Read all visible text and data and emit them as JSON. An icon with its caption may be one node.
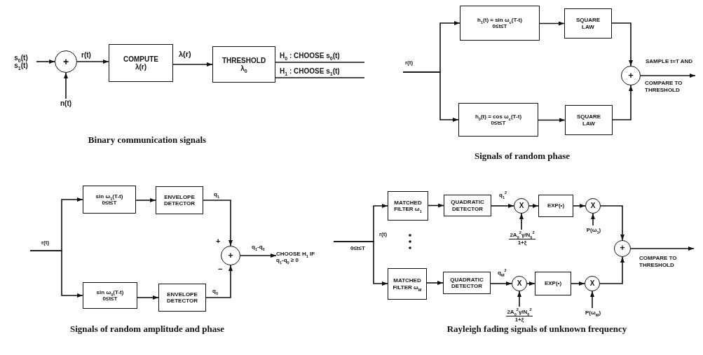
{
  "diagram": {
    "nodes": [
      {
        "text": [
          "s$_{0}$(t)",
          "s$_{1}$(t)"
        ]
      },
      {
        "text": [
          "+"
        ]
      },
      {
        "text": [
          "n(t)"
        ]
      },
      {
        "text": [
          "COMPUTE λ(r)"
        ]
      },
      {
        "text": [
          "THRESHOLD λ$_{0}$"
        ]
      },
      {
        "text": [
          "h$_{1}$(t) = sin ω$_{c}$(T-t) 0≤t≤T"
        ]
      },
      {
        "text": [
          "SQUARE LAW"
        ]
      },
      {
        "text": [
          "h$_{0}$(t) = cos ω$_{c}$(T-t) 0≤t≤T"
        ]
      },
      {
        "text": [
          "SQUARE LAW"
        ]
      },
      {
        "text": [
          "+"
        ]
      },
      {
        "text": [
          "sin ω$_{1}$(T-t) 0≤t≤T"
        ]
      },
      {
        "text": [
          "ENVELOPE DETECTOR"
        ]
      },
      {
        "text": [
          "sin ω$_{0}$(T-t) 0≤t≤T"
        ]
      },
      {
        "text": [
          "ENVELOPE DETECTOR"
        ]
      },
      {
        "text": [
          "+"
        ],
        "beside": [
          "+",
          "−"
        ]
      },
      {
        "text": [
          "MATCHED FILTER ω$_{1}$"
        ]
      },
      {
        "text": [
          "QUADRATIC DETECTOR"
        ]
      },
      {
        "text": [
          "X"
        ]
      },
      {
        "text": [
          "EXP(•)"
        ]
      },
      {
        "text": [
          "X"
        ]
      },
      {
        "text": [
          "MATCHED FILTER ω$_{M}$"
        ]
      },
      {
        "text": [
          "QUADRATIC DETECTOR"
        ]
      },
      {
        "text": [
          "X"
        ]
      },
      {
        "text": [
          "EXP(•)"
        ]
      },
      {
        "text": [
          "X"
        ]
      },
      {
        "text": [
          "+"
        ]
      },
      {
        "text": [
          "2A$_{0}$$^{2}$γ/N$_{0}$$^{2}$",
          "1+ξ"
        ]
      },
      {
        "text": [
          "P(ω$_{1}$)"
        ]
      },
      {
        "text": [
          "2A$_{0}$$^{2}$γ/N$_{0}$$^{2}$",
          "1+ξ"
        ]
      },
      {
        "text": [
          "P(ω$_{M}$)"
        ]
      },
      {
        "text": [
          "CHOOSE H$_{1}$ IF q$_{1}$-q$_{0}$ ≥ 0"
        ]
      }
    ],
    "edges": [
      {
        "from": 0,
        "to": 1,
        "arrow": "to"
      },
      {
        "from": 2,
        "to": 1,
        "arrow": "to"
      },
      {
        "from": 1,
        "to": 3,
        "arrow": "to",
        "label": "r(t)"
      },
      {
        "from": 3,
        "to": 4,
        "arrow": "to",
        "label": "λ(r)"
      },
      {
        "from": 4,
        "to": null,
        "arrow": "none",
        "label": "H$_{0}$ : CHOOSE s$_{0}$(t)"
      },
      {
        "from": 4,
        "to": null,
        "arrow": "none",
        "label": "H$_{1}$ : CHOOSE s$_{1}$(t)"
      },
      {
        "from": null,
        "to": 5,
        "arrow": "to",
        "label": "r(t)"
      },
      {
        "from": null,
        "to": 7,
        "arrow": "to"
      },
      {
        "from": 5,
        "to": 6,
        "arrow": "to"
      },
      {
        "from": 7,
        "to": 8,
        "arrow": "to"
      },
      {
        "from": 6,
        "to": 9,
        "arrow": "to"
      },
      {
        "from": 8,
        "to": 9,
        "arrow": "to"
      },
      {
        "from": 9,
        "to": null,
        "arrow": "to",
        "label": "SAMPLE t=T AND"
      },
      {
        "from": null,
        "to": 10,
        "arrow": "to",
        "label": "r(t)"
      },
      {
        "from": null,
        "to": 12,
        "arrow": "to"
      },
      {
        "from": 10,
        "to": 11,
        "arrow": "to"
      },
      {
        "from": 12,
        "to": 13,
        "arrow": "to"
      },
      {
        "from": 11,
        "to": 14,
        "arrow": "to",
        "label": "q$_{1}$"
      },
      {
        "from": 13,
        "to": 14,
        "arrow": "to",
        "label": "q$_{0}$"
      },
      {
        "from": 14,
        "to": 30,
        "arrow": "to",
        "label": "q$_{1}$-q$_{0}$"
      },
      {
        "from": null,
        "to": 15,
        "arrow": "to",
        "label": "r(t)"
      },
      {
        "from": null,
        "to": 20,
        "arrow": "to"
      },
      {
        "from": 15,
        "to": 16,
        "arrow": "to"
      },
      {
        "from": 16,
        "to": 17,
        "arrow": "to",
        "label": "q$_{1}$$^{2}$"
      },
      {
        "from": 17,
        "to": 18,
        "arrow": "to"
      },
      {
        "from": 18,
        "to": 19,
        "arrow": "to"
      },
      {
        "from": 26,
        "to": 17,
        "arrow": "to"
      },
      {
        "from": 27,
        "to": 19,
        "arrow": "to"
      },
      {
        "from": 19,
        "to": 25,
        "arrow": "to"
      },
      {
        "from": 20,
        "to": 21,
        "arrow": "to"
      },
      {
        "from": 21,
        "to": 22,
        "arrow": "to",
        "label": "q$_{M}$$^{2}$"
      },
      {
        "from": 22,
        "to": 23,
        "arrow": "to"
      },
      {
        "from": 23,
        "to": 24,
        "arrow": "to"
      },
      {
        "from": 28,
        "to": 22,
        "arrow": "to"
      },
      {
        "from": 29,
        "to": 24,
        "arrow": "to"
      },
      {
        "from": 24,
        "to": 25,
        "arrow": "to"
      },
      {
        "from": 25,
        "to": null,
        "arrow": "to"
      }
    ],
    "labels": [
      "Binary communication signals",
      "COMPARE TO THRESHOLD",
      "Signals of random phase",
      "0≤t≤T",
      "COMPARE TO THRESHOLD",
      "Signals of random amplitude and phase",
      "Rayleigh fading signals of unknown frequency"
    ]
  }
}
